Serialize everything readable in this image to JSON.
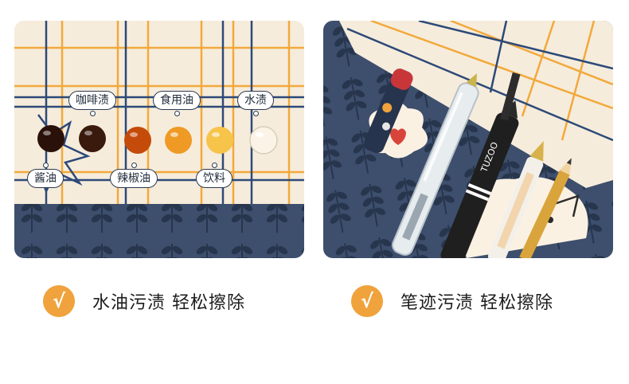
{
  "left_panel": {
    "labels_top": [
      "咖啡渍",
      "食用油",
      "水渍"
    ],
    "labels_bottom": [
      "酱油",
      "辣椒油",
      "饮料"
    ]
  },
  "right_panel": {
    "pen_brand": "TUZOO"
  },
  "captions": [
    {
      "check_icon": "√",
      "text": "水油污渍 轻松擦除"
    },
    {
      "check_icon": "√",
      "text": "笔迹污渍 轻松擦除"
    }
  ],
  "colors": {
    "grid_bg": "#f6ecdc",
    "grid_blue": "#2d4a78",
    "grid_orange": "#f2a93b",
    "mat_blue": "#3d4f6d",
    "leaf": "#27354d",
    "accent_orange": "#f0a23c"
  }
}
